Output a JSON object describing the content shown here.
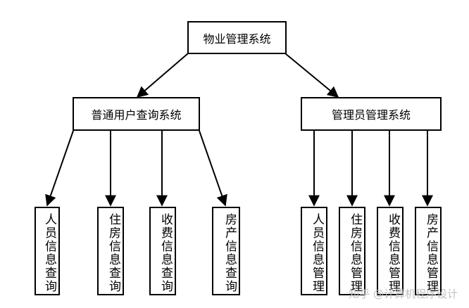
{
  "root": {
    "label": "物业管理系统"
  },
  "branches": [
    {
      "label": "普通用户查询系统",
      "children": [
        "人员信息查询",
        "住房信息查询",
        "收费信息查询",
        "房产信息查询"
      ]
    },
    {
      "label": "管理员管理系统",
      "children": [
        "人员信息管理",
        "住房信息管理",
        "收费信息管理",
        "房产信息管理"
      ]
    }
  ],
  "watermark": {
    "text": "知乎 @计算机程序设计"
  }
}
